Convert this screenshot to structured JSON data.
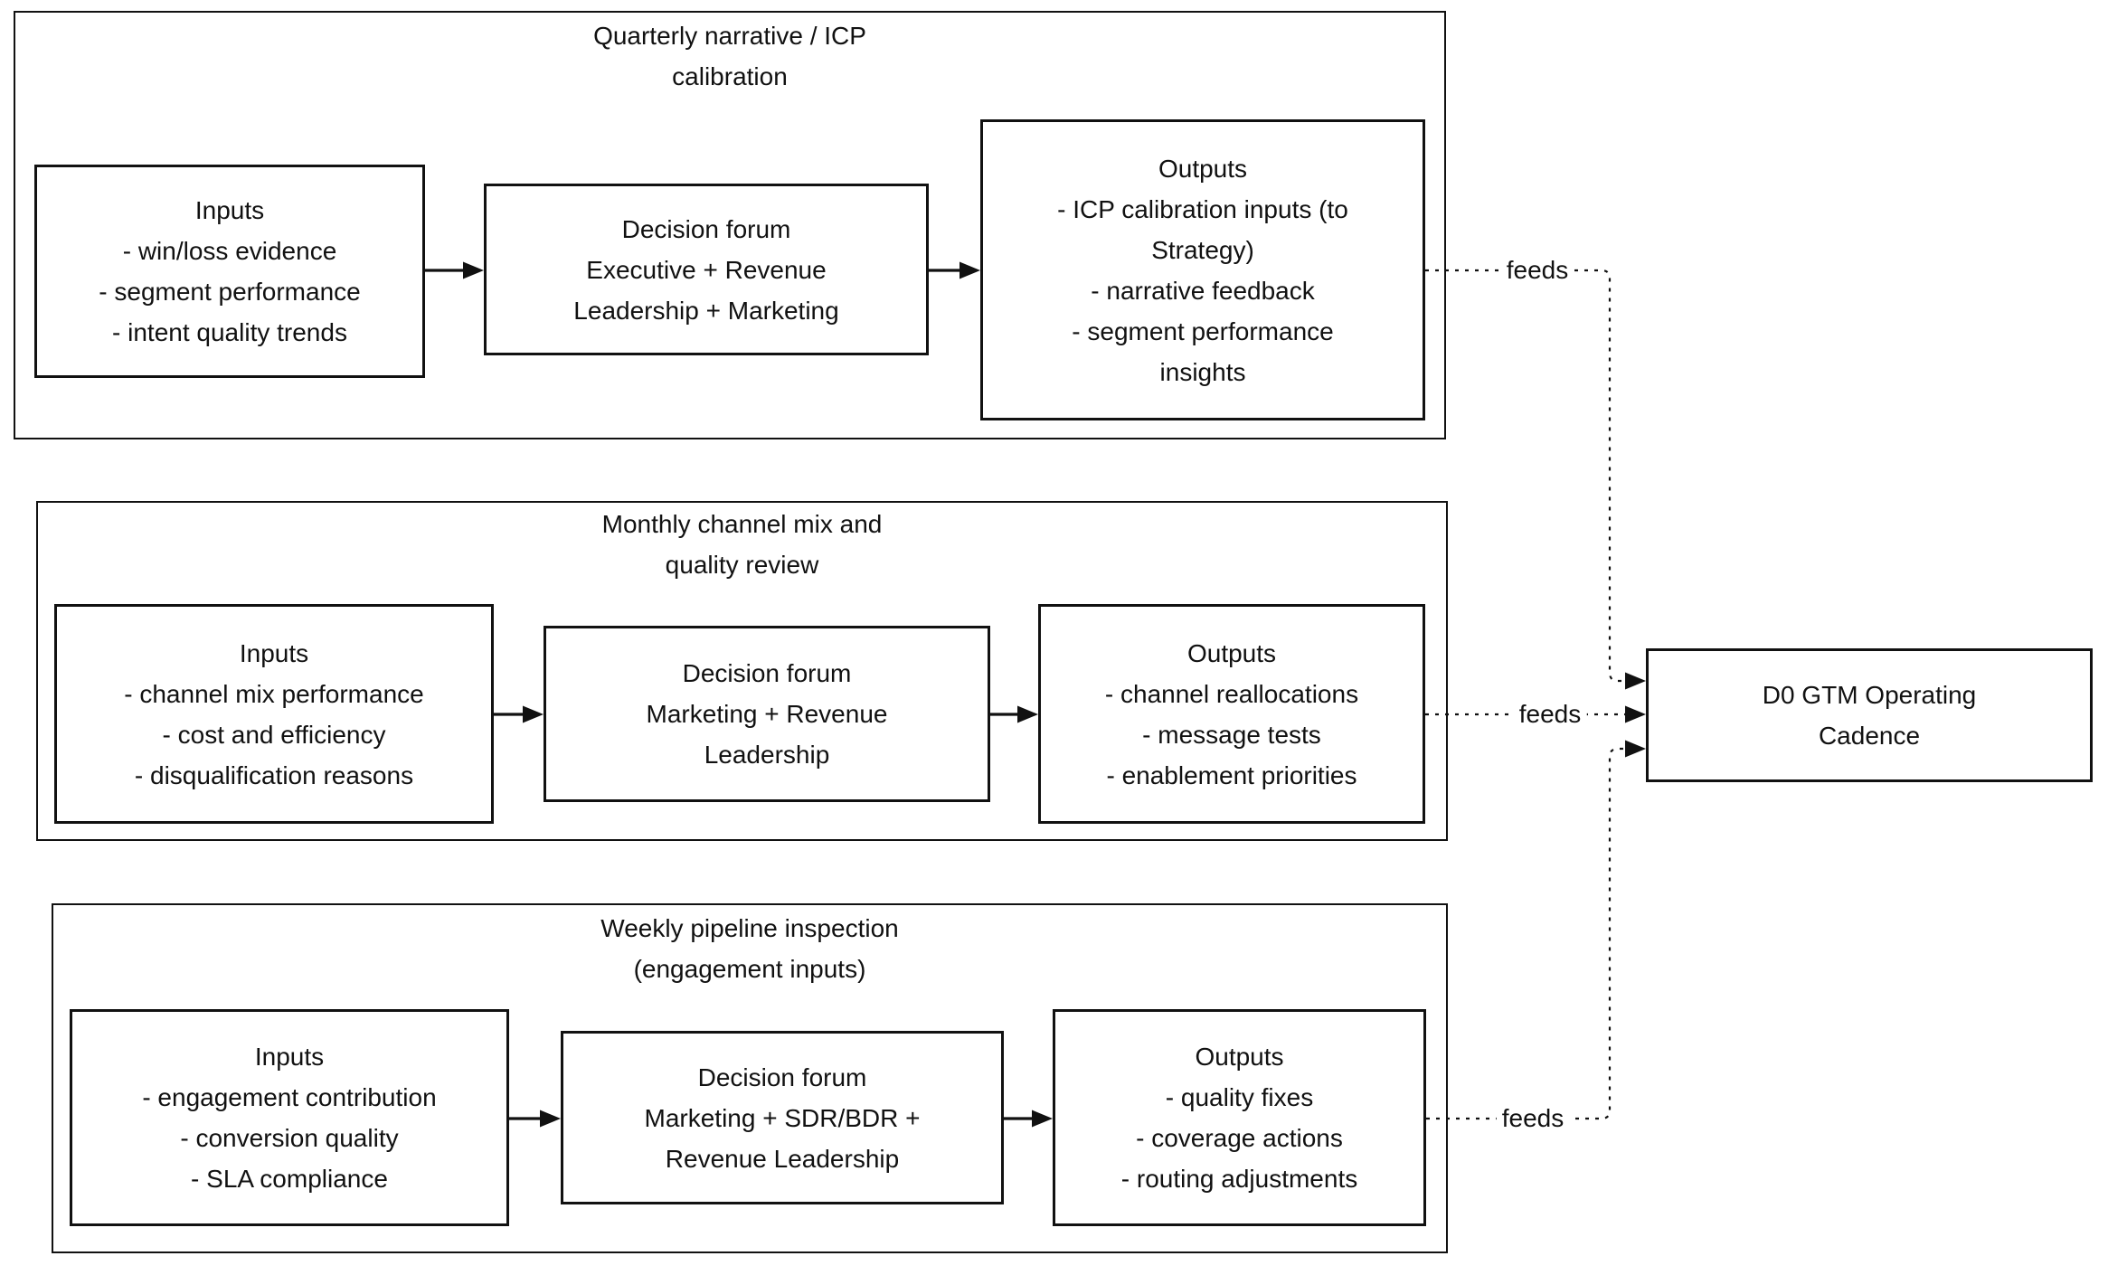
{
  "theme": {
    "ink": "#111111",
    "background": "#ffffff"
  },
  "diagram": {
    "groups": [
      {
        "id": "quarterly",
        "title_lines": [
          "Quarterly narrative / ICP",
          "calibration"
        ],
        "inputs_lines": [
          "Inputs",
          "- win/loss evidence",
          "- segment performance",
          "- intent quality trends"
        ],
        "decision_lines": [
          "Decision forum",
          "Executive + Revenue",
          "Leadership + Marketing"
        ],
        "outputs_lines": [
          "Outputs",
          "- ICP calibration inputs (to",
          "Strategy)",
          "- narrative feedback",
          "- segment performance",
          "insights"
        ],
        "feed_label": "feeds"
      },
      {
        "id": "monthly",
        "title_lines": [
          "Monthly channel mix and",
          "quality review"
        ],
        "inputs_lines": [
          "Inputs",
          "- channel mix performance",
          "- cost and efficiency",
          "- disqualification reasons"
        ],
        "decision_lines": [
          "Decision forum",
          "Marketing + Revenue",
          "Leadership"
        ],
        "outputs_lines": [
          "Outputs",
          "- channel reallocations",
          "- message tests",
          "- enablement priorities"
        ],
        "feed_label": "feeds"
      },
      {
        "id": "weekly",
        "title_lines": [
          "Weekly pipeline inspection",
          "(engagement inputs)"
        ],
        "inputs_lines": [
          "Inputs",
          "- engagement contribution",
          "- conversion quality",
          "- SLA compliance"
        ],
        "decision_lines": [
          "Decision forum",
          "Marketing + SDR/BDR +",
          "Revenue Leadership"
        ],
        "outputs_lines": [
          "Outputs",
          "- quality fixes",
          "- coverage actions",
          "- routing adjustments"
        ],
        "feed_label": "feeds"
      }
    ],
    "target_lines": [
      "D0 GTM Operating",
      "Cadence"
    ]
  }
}
